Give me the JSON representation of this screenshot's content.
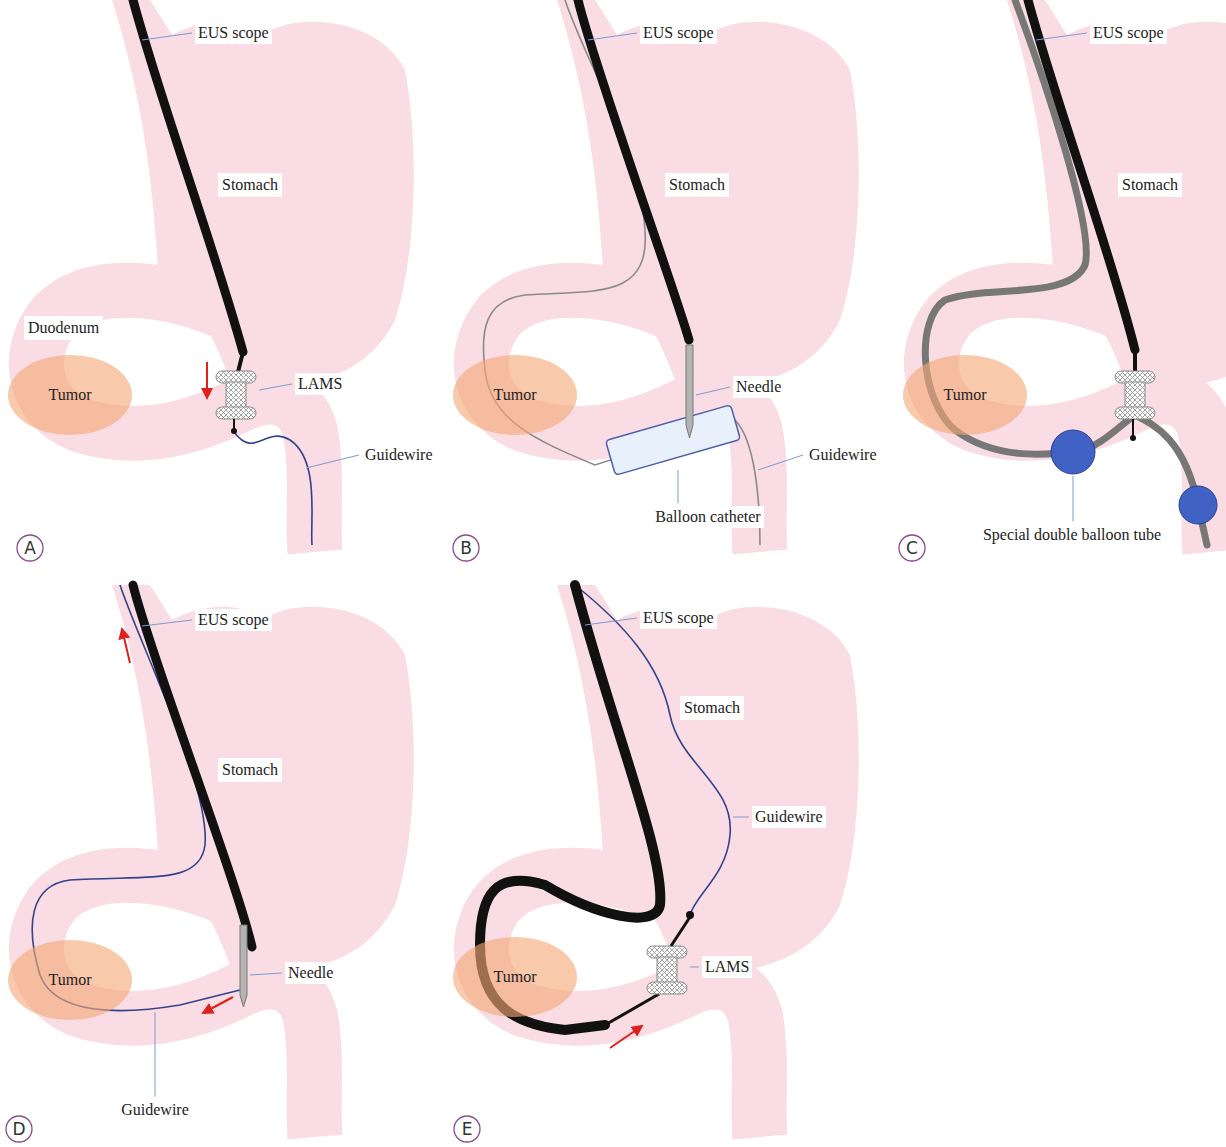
{
  "diagram": {
    "nodes": [
      {
        "text": [
          "Tumor"
        ]
      },
      {
        "text": [
          "A"
        ]
      },
      {
        "text": [
          "Tumor"
        ]
      },
      {
        "text": [
          "B"
        ]
      },
      {
        "text": [
          "Tumor"
        ]
      },
      {
        "text": [
          "C"
        ]
      },
      {
        "text": [
          "Tumor"
        ]
      },
      {
        "text": [
          "D"
        ]
      },
      {
        "text": [
          "Tumor"
        ]
      },
      {
        "text": [
          "E"
        ]
      }
    ],
    "labels": [
      "EUS scope",
      "Stomach",
      "Duodenum",
      "LAMS",
      "Guidewire",
      "EUS scope",
      "Stomach",
      "Needle",
      "Guidewire",
      "Balloon catheter",
      "EUS scope",
      "Stomach",
      "Special double balloon tube",
      "EUS scope",
      "Stomach",
      "Needle",
      "Guidewire",
      "EUS scope",
      "Stomach",
      "Guidewire",
      "LAMS"
    ]
  }
}
